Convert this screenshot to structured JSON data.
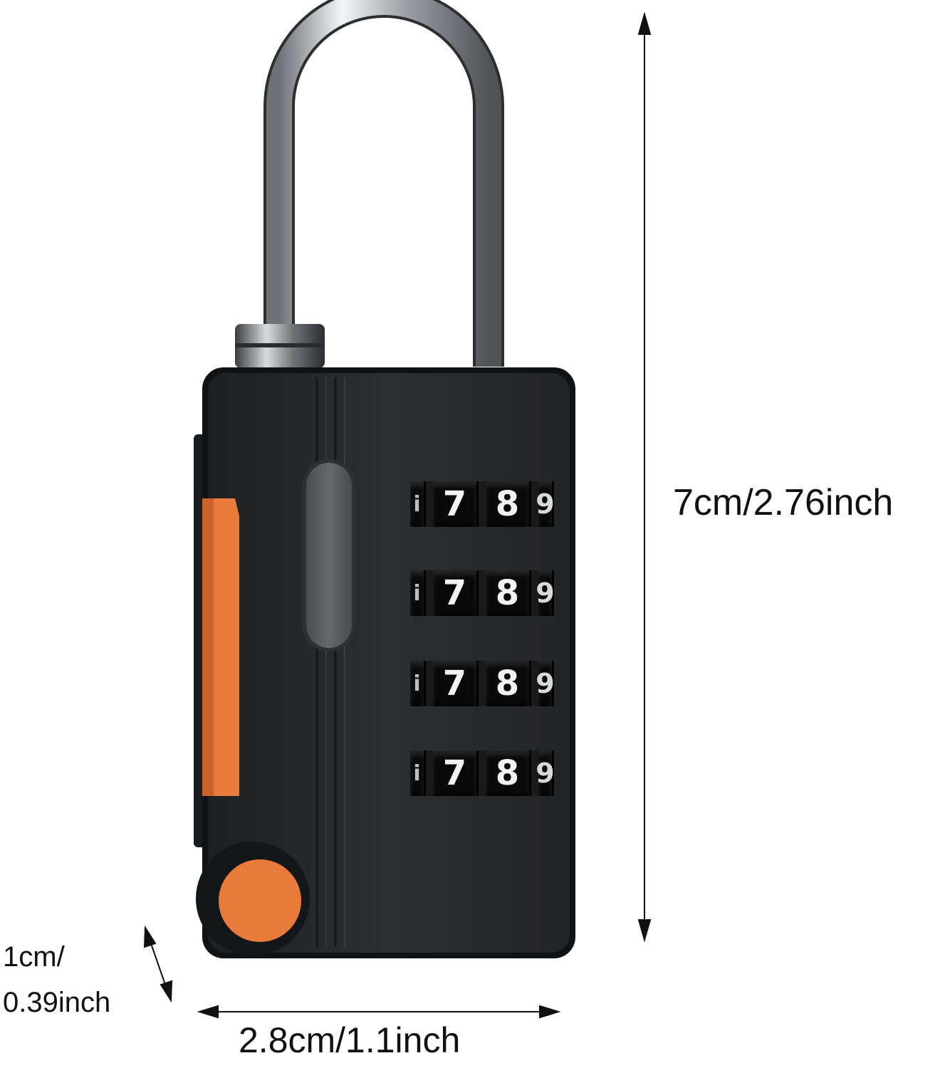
{
  "dimensions": {
    "height": "7cm/2.76inch",
    "width": "2.8cm/1.1inch",
    "depth_line1": "1cm/",
    "depth_line2": "0.39inch"
  },
  "dials": [
    [
      "i",
      "7",
      "8",
      "9"
    ],
    [
      "i",
      "7",
      "8",
      "9"
    ],
    [
      "i",
      "7",
      "8",
      "9"
    ],
    [
      "i",
      "7",
      "8",
      "9"
    ]
  ],
  "colors": {
    "body": "#2a2b2d",
    "accent": "#e87a3a",
    "shackle": "#b9bcc0",
    "button": "#5a5c60"
  }
}
